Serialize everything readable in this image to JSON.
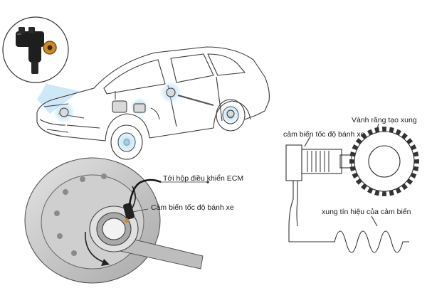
{
  "labels": {
    "ecm": "Tới hộp điều khiển ECM",
    "wheel_sensor": "Cảm biến tốc độ bánh xe",
    "sensor_right": "cảm biến tốc độ bánh xe",
    "tone_ring": "Vành răng tạo xung",
    "pulse_signal": "xung tín hiệu của cảm biến"
  },
  "colors": {
    "line": "#333333",
    "highlight": "#7fc4ee",
    "sensor_body": "#1e1e1e",
    "sensor_accent": "#c98a2a",
    "disc": "#bdbdbd"
  },
  "icons": {
    "sensor_inset": "wheel-speed-sensor-icon",
    "car": "car-outline-icon"
  }
}
